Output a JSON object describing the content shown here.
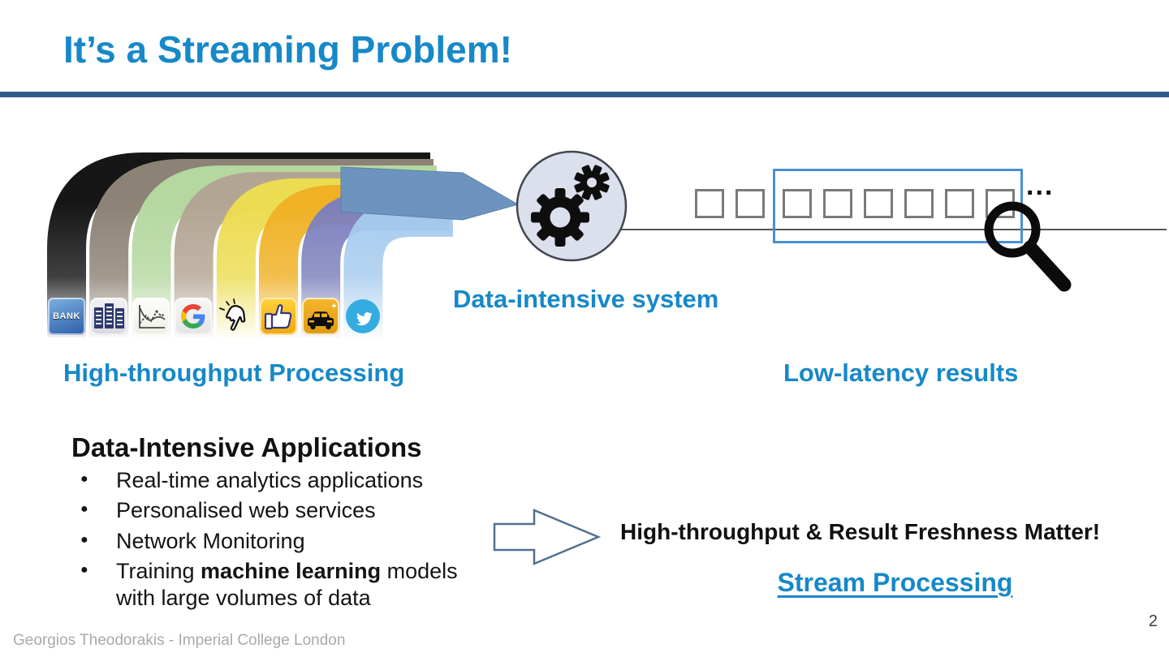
{
  "slide": {
    "title": "It’s a Streaming Problem!",
    "page_number": "2",
    "footer": "Georgios Theodorakis - Imperial College London"
  },
  "colors": {
    "accent_blue": "#1788c8",
    "divider_blue": "#2e5c8a",
    "window_border": "#4a8fd3",
    "tuple_border": "#7a7a7a",
    "merged_stream": "#6d94bf",
    "gear_circle_fill": "#dbe0ec"
  },
  "diagram": {
    "system_label": "Data-intensive system",
    "left_label": "High-throughput Processing",
    "right_label": "Low-latency results",
    "ellipsis": "...",
    "bank_icon_label": "BANK",
    "tuples_before_window": 2,
    "tuples_in_window": 6,
    "streams": [
      {
        "source": "bank",
        "color": "#161616"
      },
      {
        "source": "data-center",
        "color": "#8d8276"
      },
      {
        "source": "stock-chart",
        "color": "#b4d8a0"
      },
      {
        "source": "web-search",
        "color": "#b3a593"
      },
      {
        "source": "click-stream",
        "color": "#ecdc52"
      },
      {
        "source": "social-likes",
        "color": "#f0b125"
      },
      {
        "source": "taxi-rides",
        "color": "#7d80bd"
      },
      {
        "source": "twitter-feed",
        "color": "#a6cbee"
      }
    ]
  },
  "content": {
    "heading": "Data-Intensive Applications",
    "bullets": [
      "Real-time analytics applications",
      "Personalised web services",
      "Network Monitoring"
    ],
    "ml_bullet": {
      "prefix": "Training ",
      "bold": "machine learning",
      "suffix": " models",
      "line2": "with large volumes of data"
    },
    "callout": "High-throughput & Result Freshness Matter!",
    "conclusion": "Stream Processing"
  }
}
